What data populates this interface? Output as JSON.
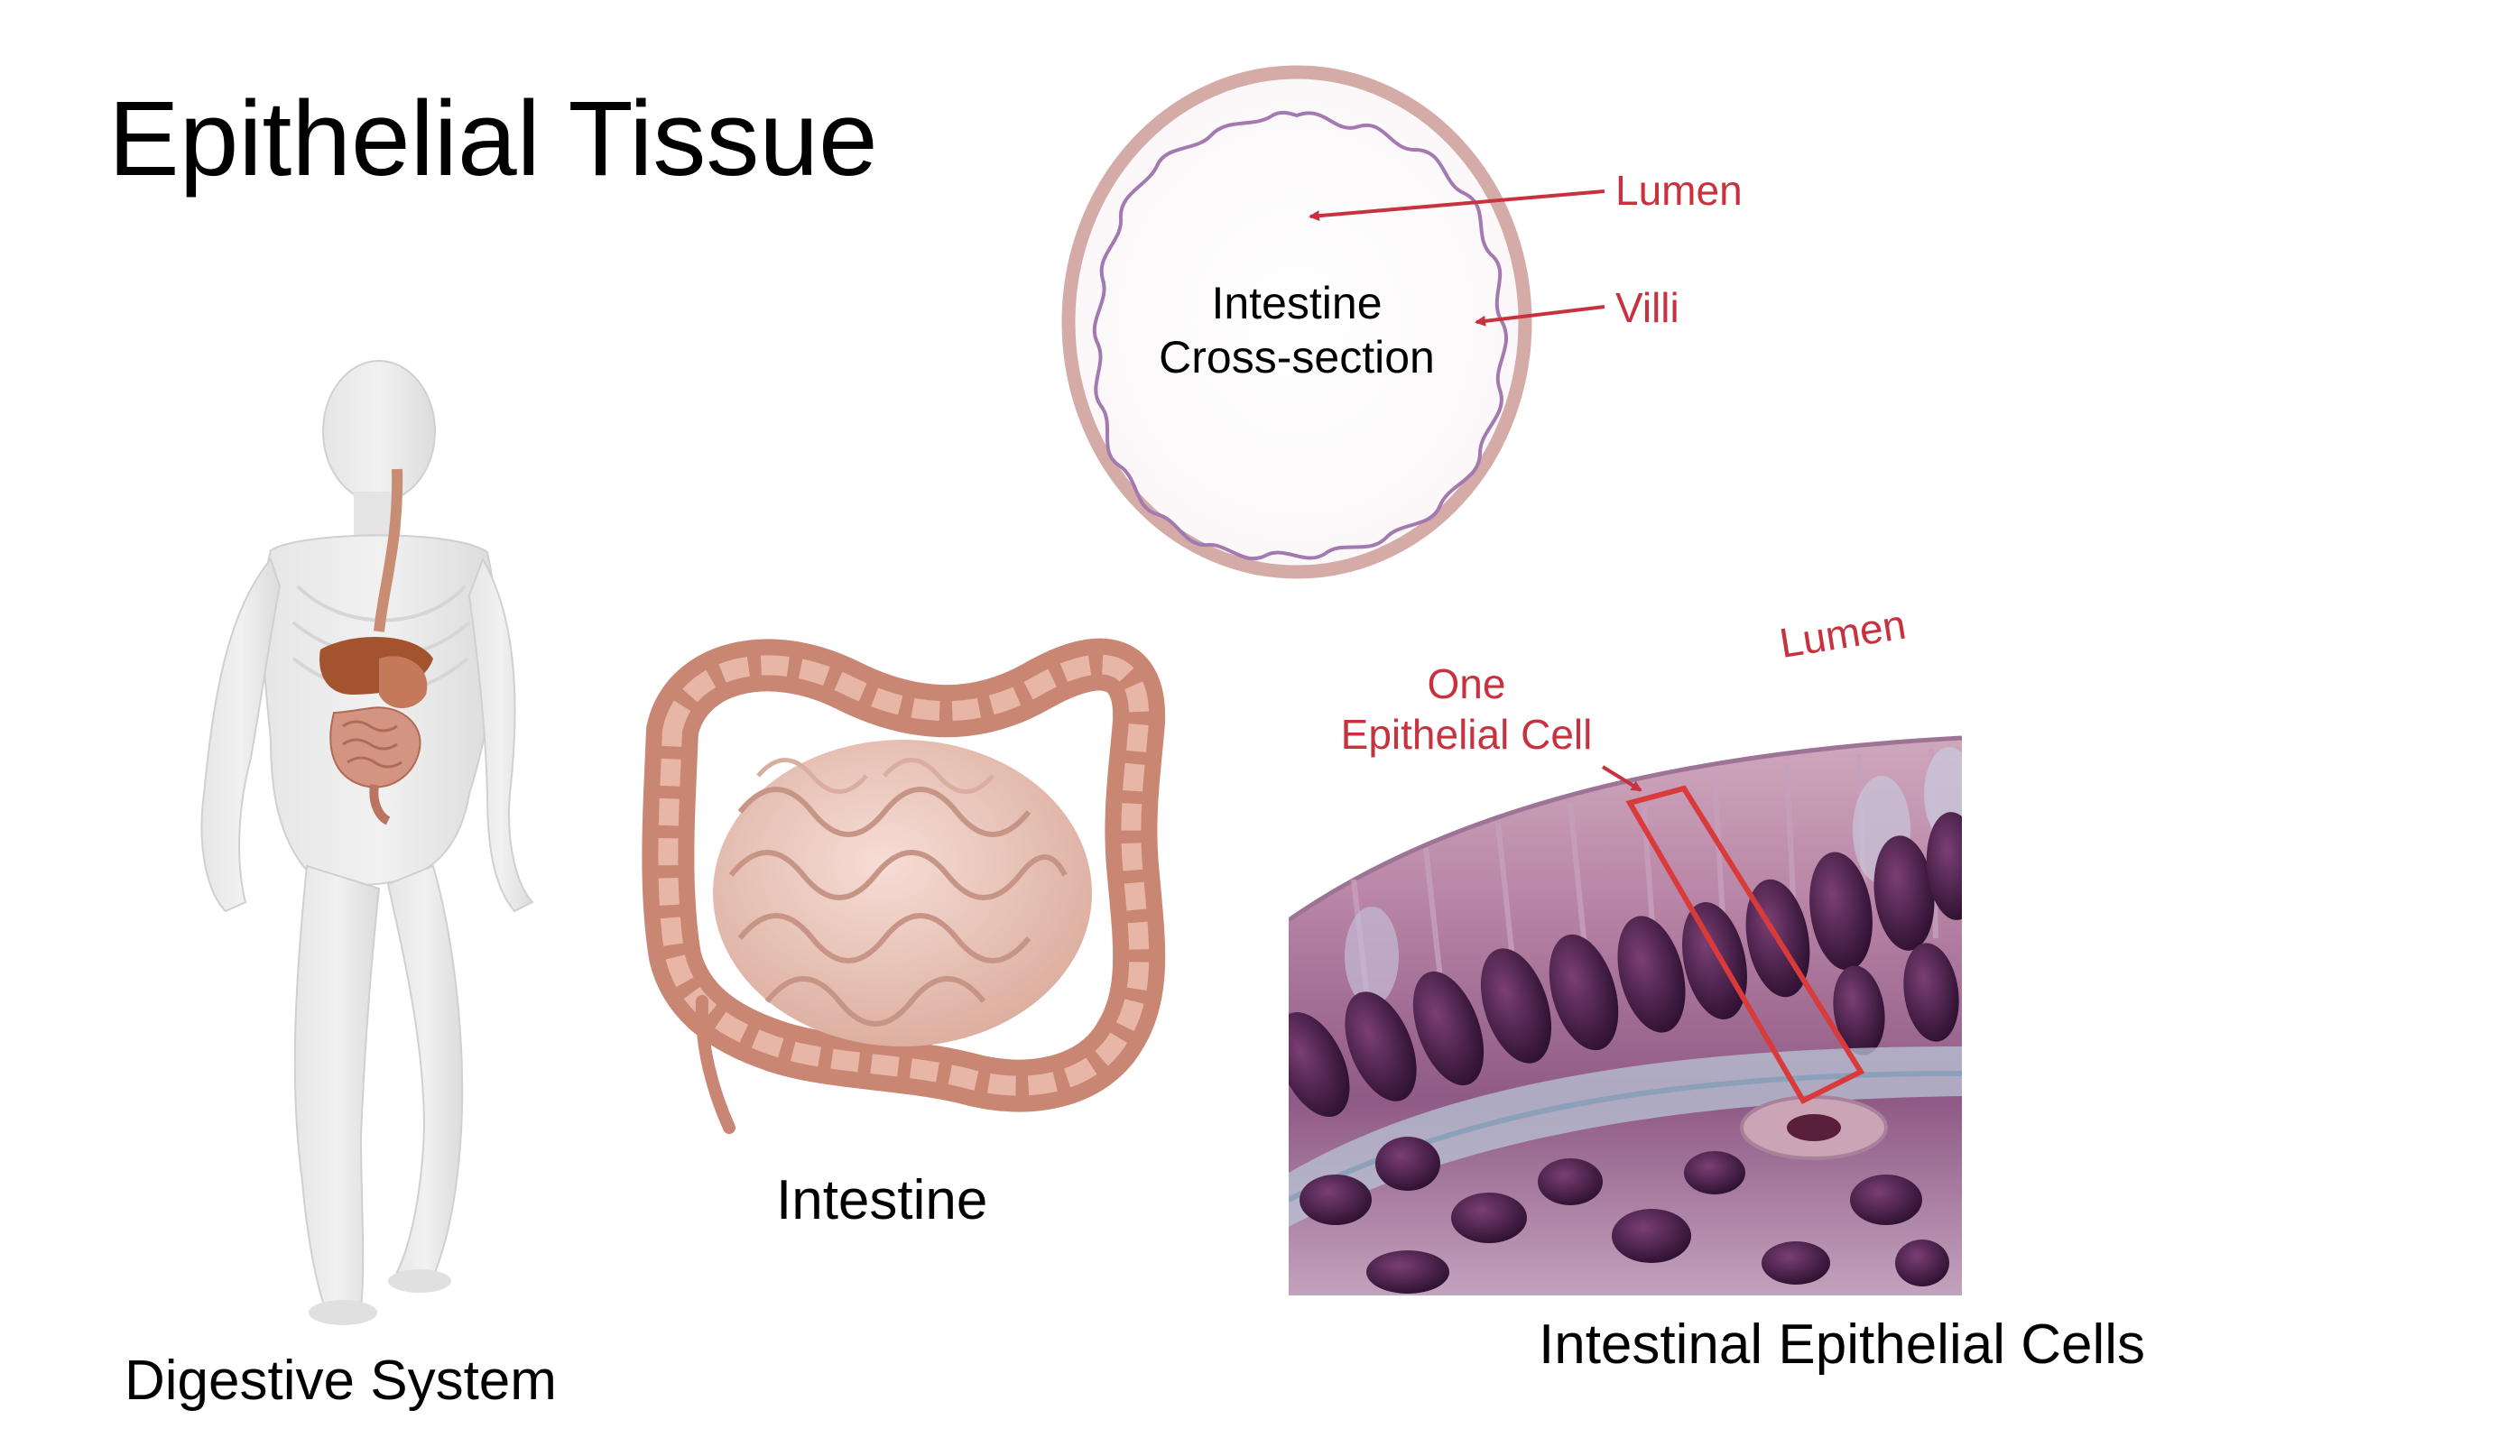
{
  "title": "Epithelial Tissue",
  "cross_section": {
    "center_text_line1": "Intestine",
    "center_text_line2": "Cross-section",
    "label_lumen": "Lumen",
    "label_villi": "Villi"
  },
  "micrograph": {
    "label_lumen": "Lumen",
    "label_cell_line1": "One",
    "label_cell_line2": "Epithelial Cell"
  },
  "captions": {
    "digestive_system": "Digestive System",
    "intestine": "Intestine",
    "intestinal_epithelial_cells": "Intestinal Epithelial Cells"
  },
  "colors": {
    "annotation_red": "#c8323f",
    "outer_ring": "#d4aba6",
    "villi_line": "#a27ab0"
  }
}
